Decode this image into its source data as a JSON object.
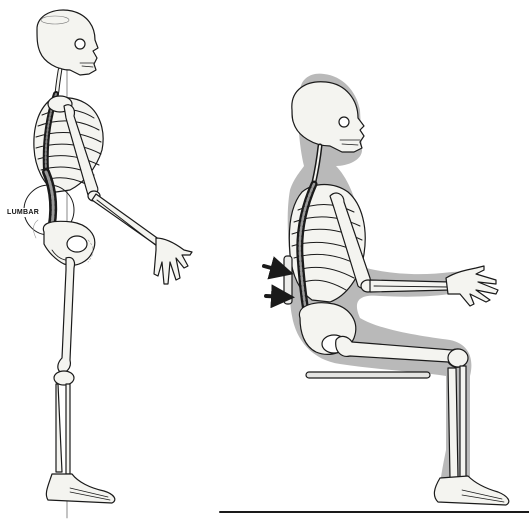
{
  "labels": {
    "lumbar": "LUMBAR"
  },
  "figures": {
    "standing": "standing-skeleton",
    "seated": "seated-skeleton"
  },
  "markers": {
    "arrow_count": 2
  },
  "colors": {
    "ink": "#1a1a1a",
    "bone": "#f4f4f0",
    "body_shadow": "#b9b9b9",
    "paper": "#ffffff"
  }
}
